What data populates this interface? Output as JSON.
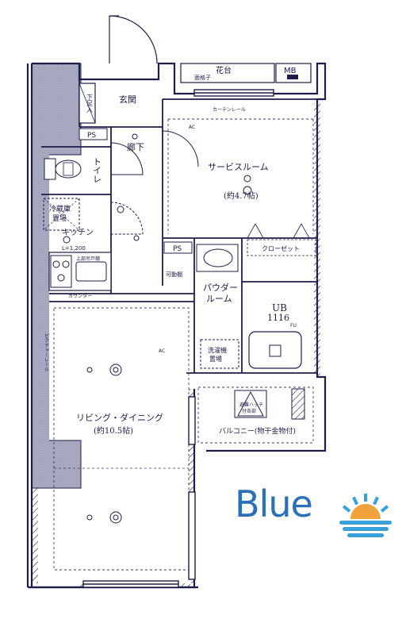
{
  "labels": {
    "entrance": "玄関",
    "shoe_box": "下足入",
    "hallway": "廊下",
    "toilet": "トイレ",
    "fridge": "冷蔵庫",
    "fridge_space": "置場",
    "kitchen": "キッチン",
    "kitchen_light": "L=1,200",
    "counter": "カウンター",
    "upper_cabinet": "上部吊戸棚",
    "ps1": "PS",
    "ps2": "PS",
    "storage": "可動棚",
    "service_room": "サービスルーム",
    "service_room_size": "(約4.7帖)",
    "closet": "クローゼット",
    "powder_room": "パウダー",
    "powder_room2": "ルーム",
    "ub": "UB",
    "ub_size": "1116",
    "washer": "洗濯機",
    "washer_space": "置場",
    "living": "リビング・ダイニング",
    "living_size": "(約10.5帖)",
    "balcony": "バルコニー(物干金物付)",
    "hatch": "避難ハッチ",
    "hatch2": "付各部",
    "flower_bed": "花台",
    "lattice": "面格子",
    "mb": "MB",
    "curtain_rail": "カーテンレール",
    "picture_rail": "ピクチャーレール",
    "ac": "AC",
    "fu": "FU"
  },
  "logo": {
    "text": "Blue",
    "brand_color": "#2b6fb6",
    "sun_color": "#f2a23a",
    "wave_color": "#3aa0d8"
  },
  "colors": {
    "wall": "#1d1d4a",
    "column_fill": "#a9abc2",
    "dashed": "#3a3a6a"
  }
}
